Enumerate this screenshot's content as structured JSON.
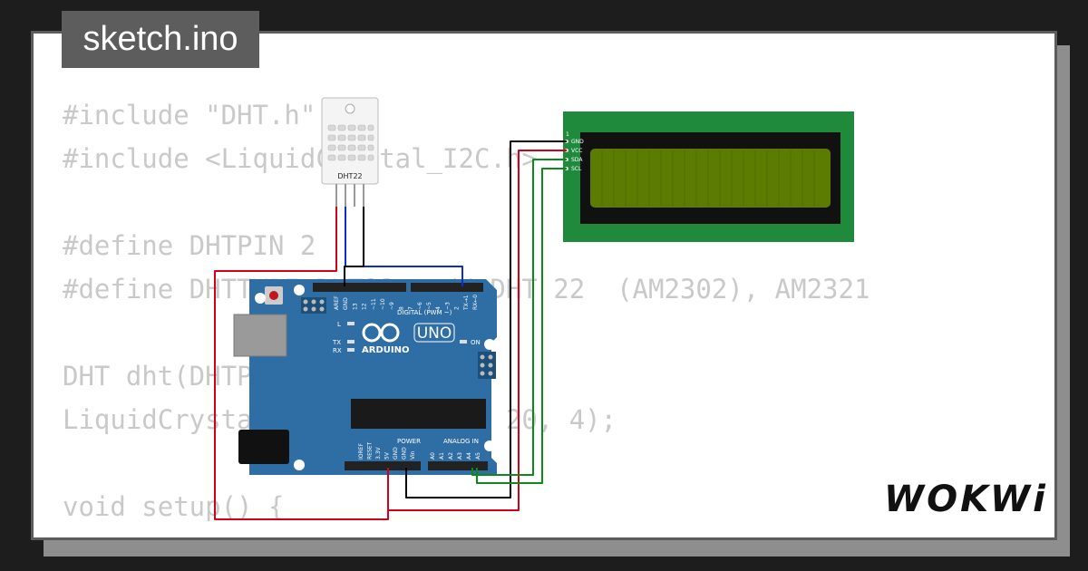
{
  "tab": {
    "title": "sketch.ino"
  },
  "editor": {
    "code": "#include \"DHT.h\"\n#include <LiquidCrystal_I2C.h>\n\n#define DHTPIN 2\n#define DHTTYPE DHT22   // DHT 22  (AM2302), AM2321\n\nDHT dht(DHTPIN, DHTTYPE);\nLiquidCrystal_I2C lcd(0x27, 20, 4);\n\nvoid setup() {\n  lcd.init();"
  },
  "components": {
    "dht": {
      "label": "DHT22"
    },
    "lcd": {
      "pin_1": "1",
      "pins": [
        "GND",
        "VCC",
        "SDA",
        "SCL"
      ]
    },
    "arduino": {
      "brand": "ARDUINO",
      "model": "UNO",
      "digital_label": "DIGITAL (PWM ~)",
      "analog_label": "ANALOG IN",
      "power_label": "POWER",
      "on_label": "ON",
      "l_label": "L",
      "tx_label": "TX",
      "rx_label": "RX",
      "top_pins": [
        "AREF",
        "GND",
        "13",
        "12",
        "~11",
        "~10",
        "~9",
        "8",
        "7",
        "~6",
        "~5",
        "4",
        "~3",
        "2",
        "TX→1",
        "RX←0"
      ],
      "power_pins": [
        "IOREF",
        "RESET",
        "3.3V",
        "5V",
        "GND",
        "GND",
        "Vin"
      ],
      "analog_pins": [
        "A0",
        "A1",
        "A2",
        "A3",
        "A4",
        "A5"
      ]
    }
  },
  "brand": {
    "logo_text": "WOKWi"
  },
  "colors": {
    "background": "#1d1d1d",
    "board": "#2f6ea5",
    "lcd_pcb": "#1f8a3c",
    "lcd_screen": "#5b7c00",
    "wire_red": "#d0021b",
    "wire_black": "#000000",
    "wire_blue": "#0a2fd1",
    "wire_green": "#0a8a1a"
  }
}
